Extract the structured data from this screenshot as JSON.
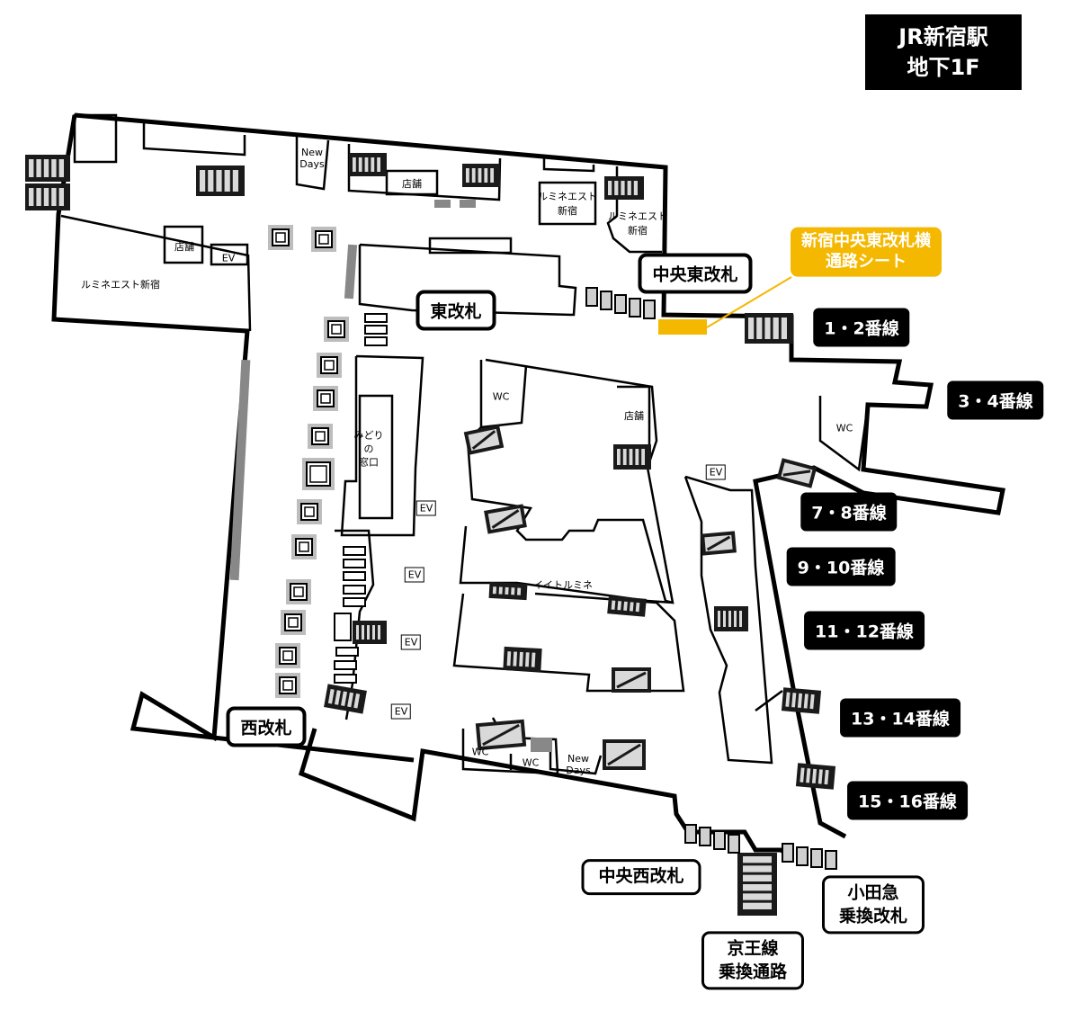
{
  "title": {
    "line1": "JR新宿駅",
    "line2": "地下1F"
  },
  "callout": {
    "line1": "新宿中央東改札横",
    "line2": "通路シート",
    "color": "#f5b800"
  },
  "gates": {
    "central_east": "中央東改札",
    "east": "東改札",
    "west": "西改札",
    "central_west": "中央西改札",
    "odakyu_line1": "小田急",
    "odakyu_line2": "乗換改札",
    "keio_line1": "京王線",
    "keio_line2": "乗換通路"
  },
  "platforms": [
    "1・2番線",
    "3・4番線",
    "7・8番線",
    "9・10番線",
    "11・12番線",
    "13・14番線",
    "15・16番線"
  ],
  "facilities": {
    "newdays_top_line1": "New",
    "newdays_top_line2": "Days",
    "shop_top": "店舗",
    "lumine_est_a_line1": "ルミネエスト",
    "lumine_est_a_line2": "新宿",
    "lumine_est_b_line1": "ルミネエスト",
    "lumine_est_b_line2": "新宿",
    "shop_left": "店舗",
    "ev_left": "EV",
    "lumine_est_left": "ルミネエスト新宿",
    "midori_line1": "みどり",
    "midori_line2": "の",
    "midori_line3": "窓口",
    "ev_midori": "EV",
    "ev_center1": "EV",
    "ev_center2": "EV",
    "ev_bottom": "EV",
    "ev_right": "EV",
    "wc_center": "WC",
    "shop_center": "店舗",
    "itoh_lumine": "イイトルミネ",
    "wc_right": "WC",
    "wc_bottom1": "WC",
    "wc_bottom2": "WC",
    "newdays_bottom_line1": "New",
    "newdays_bottom_line2": "Days"
  },
  "colors": {
    "wall": "#000000",
    "stairs_dark": "#1a1a1a",
    "pillar": "#888888",
    "background": "#ffffff"
  },
  "icons": {
    "stairs": "stairs-icon",
    "pillar": "pillar-icon",
    "elevator": "elevator-icon"
  }
}
